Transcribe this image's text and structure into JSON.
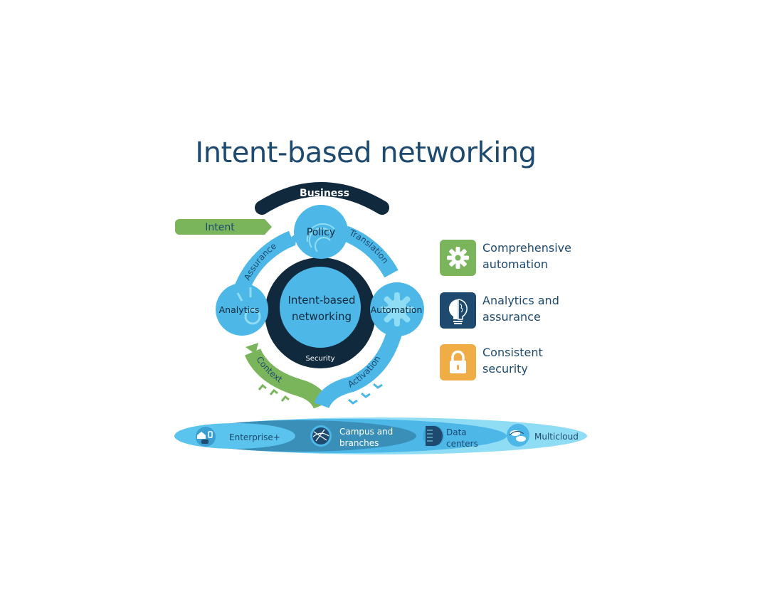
{
  "title": "Intent-based networking",
  "cycle": {
    "top_arc": "Business",
    "intent_tag": "Intent",
    "center": {
      "line1": "Intent-based",
      "line2": "networking",
      "ring_label": "Security"
    },
    "nodes": {
      "policy": "Policy",
      "analytics": "Analytics",
      "automation": "Automation"
    },
    "arcs": {
      "assurance": "Assurance",
      "translation": "Translation",
      "context": "Context",
      "activation": "Activation"
    }
  },
  "domains": [
    {
      "label": "Enterprise+",
      "icon": "iot-devices-icon"
    },
    {
      "label_line1": "Campus and",
      "label_line2": "branches",
      "icon": "globe-network-icon"
    },
    {
      "label_line1": "Data",
      "label_line2": "centers",
      "icon": "server-rack-icon"
    },
    {
      "label": "Multicloud",
      "icon": "multicloud-icon"
    }
  ],
  "legend": [
    {
      "line1": "Comprehensive",
      "line2": "automation",
      "icon": "gear-icon",
      "color": "#7ab55c"
    },
    {
      "line1": "Analytics and",
      "line2": "assurance",
      "icon": "brain-lightbulb-icon",
      "color": "#1d4a6e"
    },
    {
      "line1": "Consistent",
      "line2": "security",
      "icon": "lock-icon",
      "color": "#f0ad45"
    }
  ],
  "colors": {
    "title": "#1d4a6e",
    "navy": "#10293d",
    "light_blue": "#4db8e8",
    "green": "#7ab55c"
  }
}
